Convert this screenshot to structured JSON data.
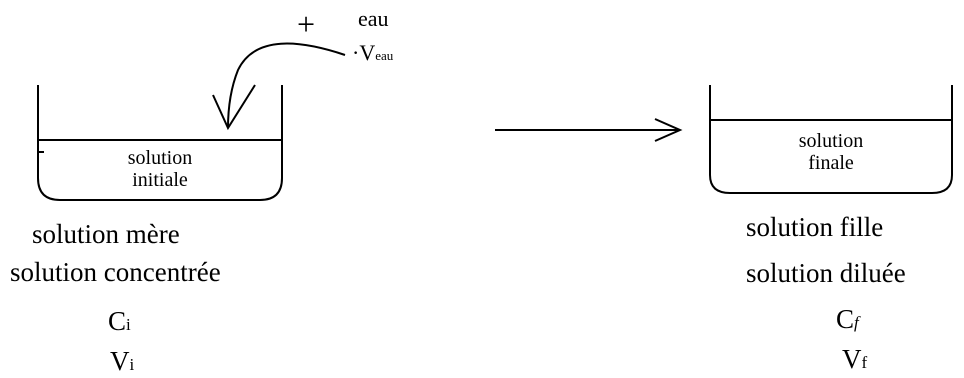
{
  "top": {
    "plus": "+",
    "eau": "eau",
    "v_eau": "·V",
    "v_eau_sub": "eau"
  },
  "left": {
    "beaker_text_line1": "solution",
    "beaker_text_line2": "initiale",
    "label_mere": "solution mère",
    "label_concentree": "solution concentrée",
    "c_var": "C",
    "c_sub": "i",
    "v_var": "V",
    "v_sub": "i"
  },
  "right": {
    "beaker_text_line1": "solution",
    "beaker_text_line2": "finale",
    "label_fille": "solution fille",
    "label_diluee": "solution diluée",
    "c_var": "C",
    "c_sub": "f",
    "v_var": "V",
    "v_sub": "f"
  },
  "colors": {
    "ink": "#000000",
    "background": "#ffffff"
  }
}
